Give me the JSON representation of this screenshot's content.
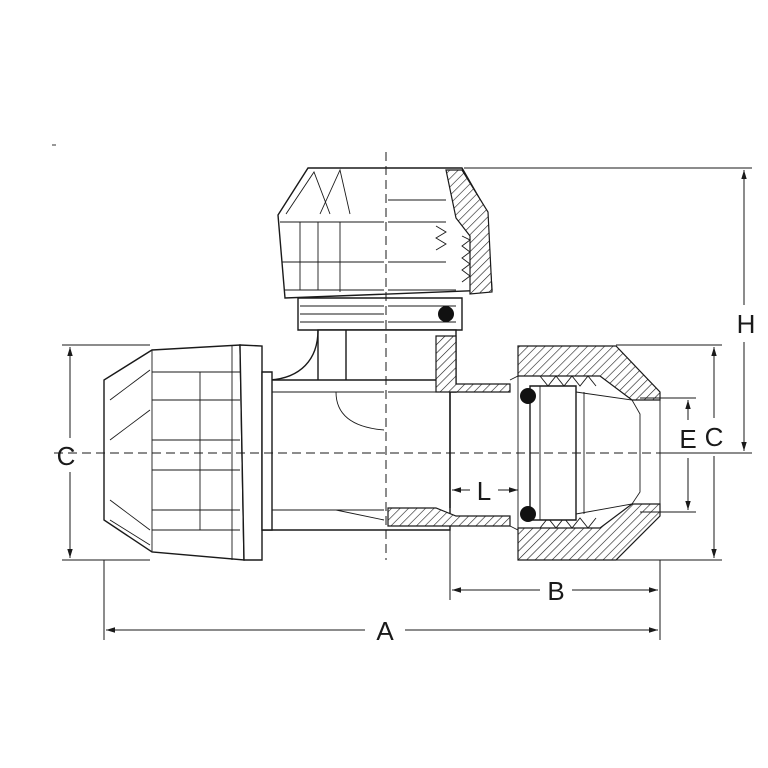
{
  "figure": {
    "labels": {
      "A": "A",
      "B": "B",
      "C_left": "C",
      "C_right": "C",
      "E": "E",
      "H": "H",
      "L": "L"
    }
  }
}
